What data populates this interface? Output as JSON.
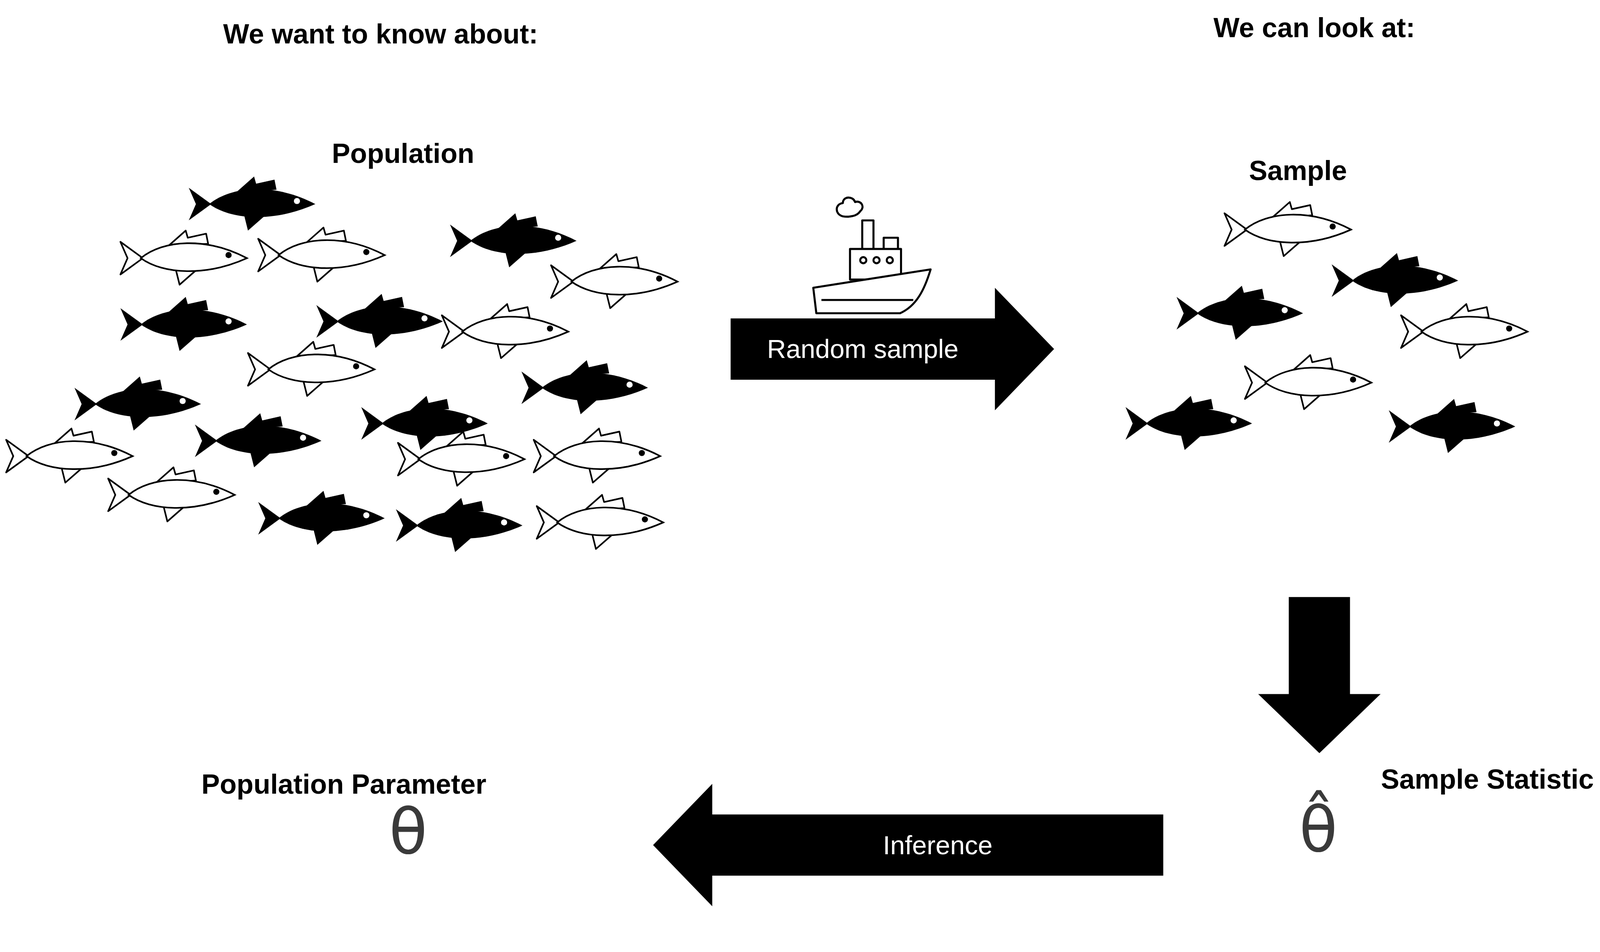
{
  "diagram": {
    "nodes": [
      {
        "text": [
          "Population"
        ]
      },
      {
        "text": [
          "Sample"
        ]
      },
      {
        "text": [
          "Sample Statistic",
          "θ̂"
        ]
      },
      {
        "text": [
          "Population Parameter",
          "θ"
        ]
      }
    ],
    "edges": [
      {
        "from": 0,
        "to": 1,
        "arrow": "to",
        "label": "Random sample"
      },
      {
        "from": 1,
        "to": 2,
        "arrow": "to"
      },
      {
        "from": 2,
        "to": 3,
        "arrow": "to",
        "label": "Inference"
      }
    ],
    "labels": [
      "We want to know about:",
      "We can look at:"
    ]
  }
}
